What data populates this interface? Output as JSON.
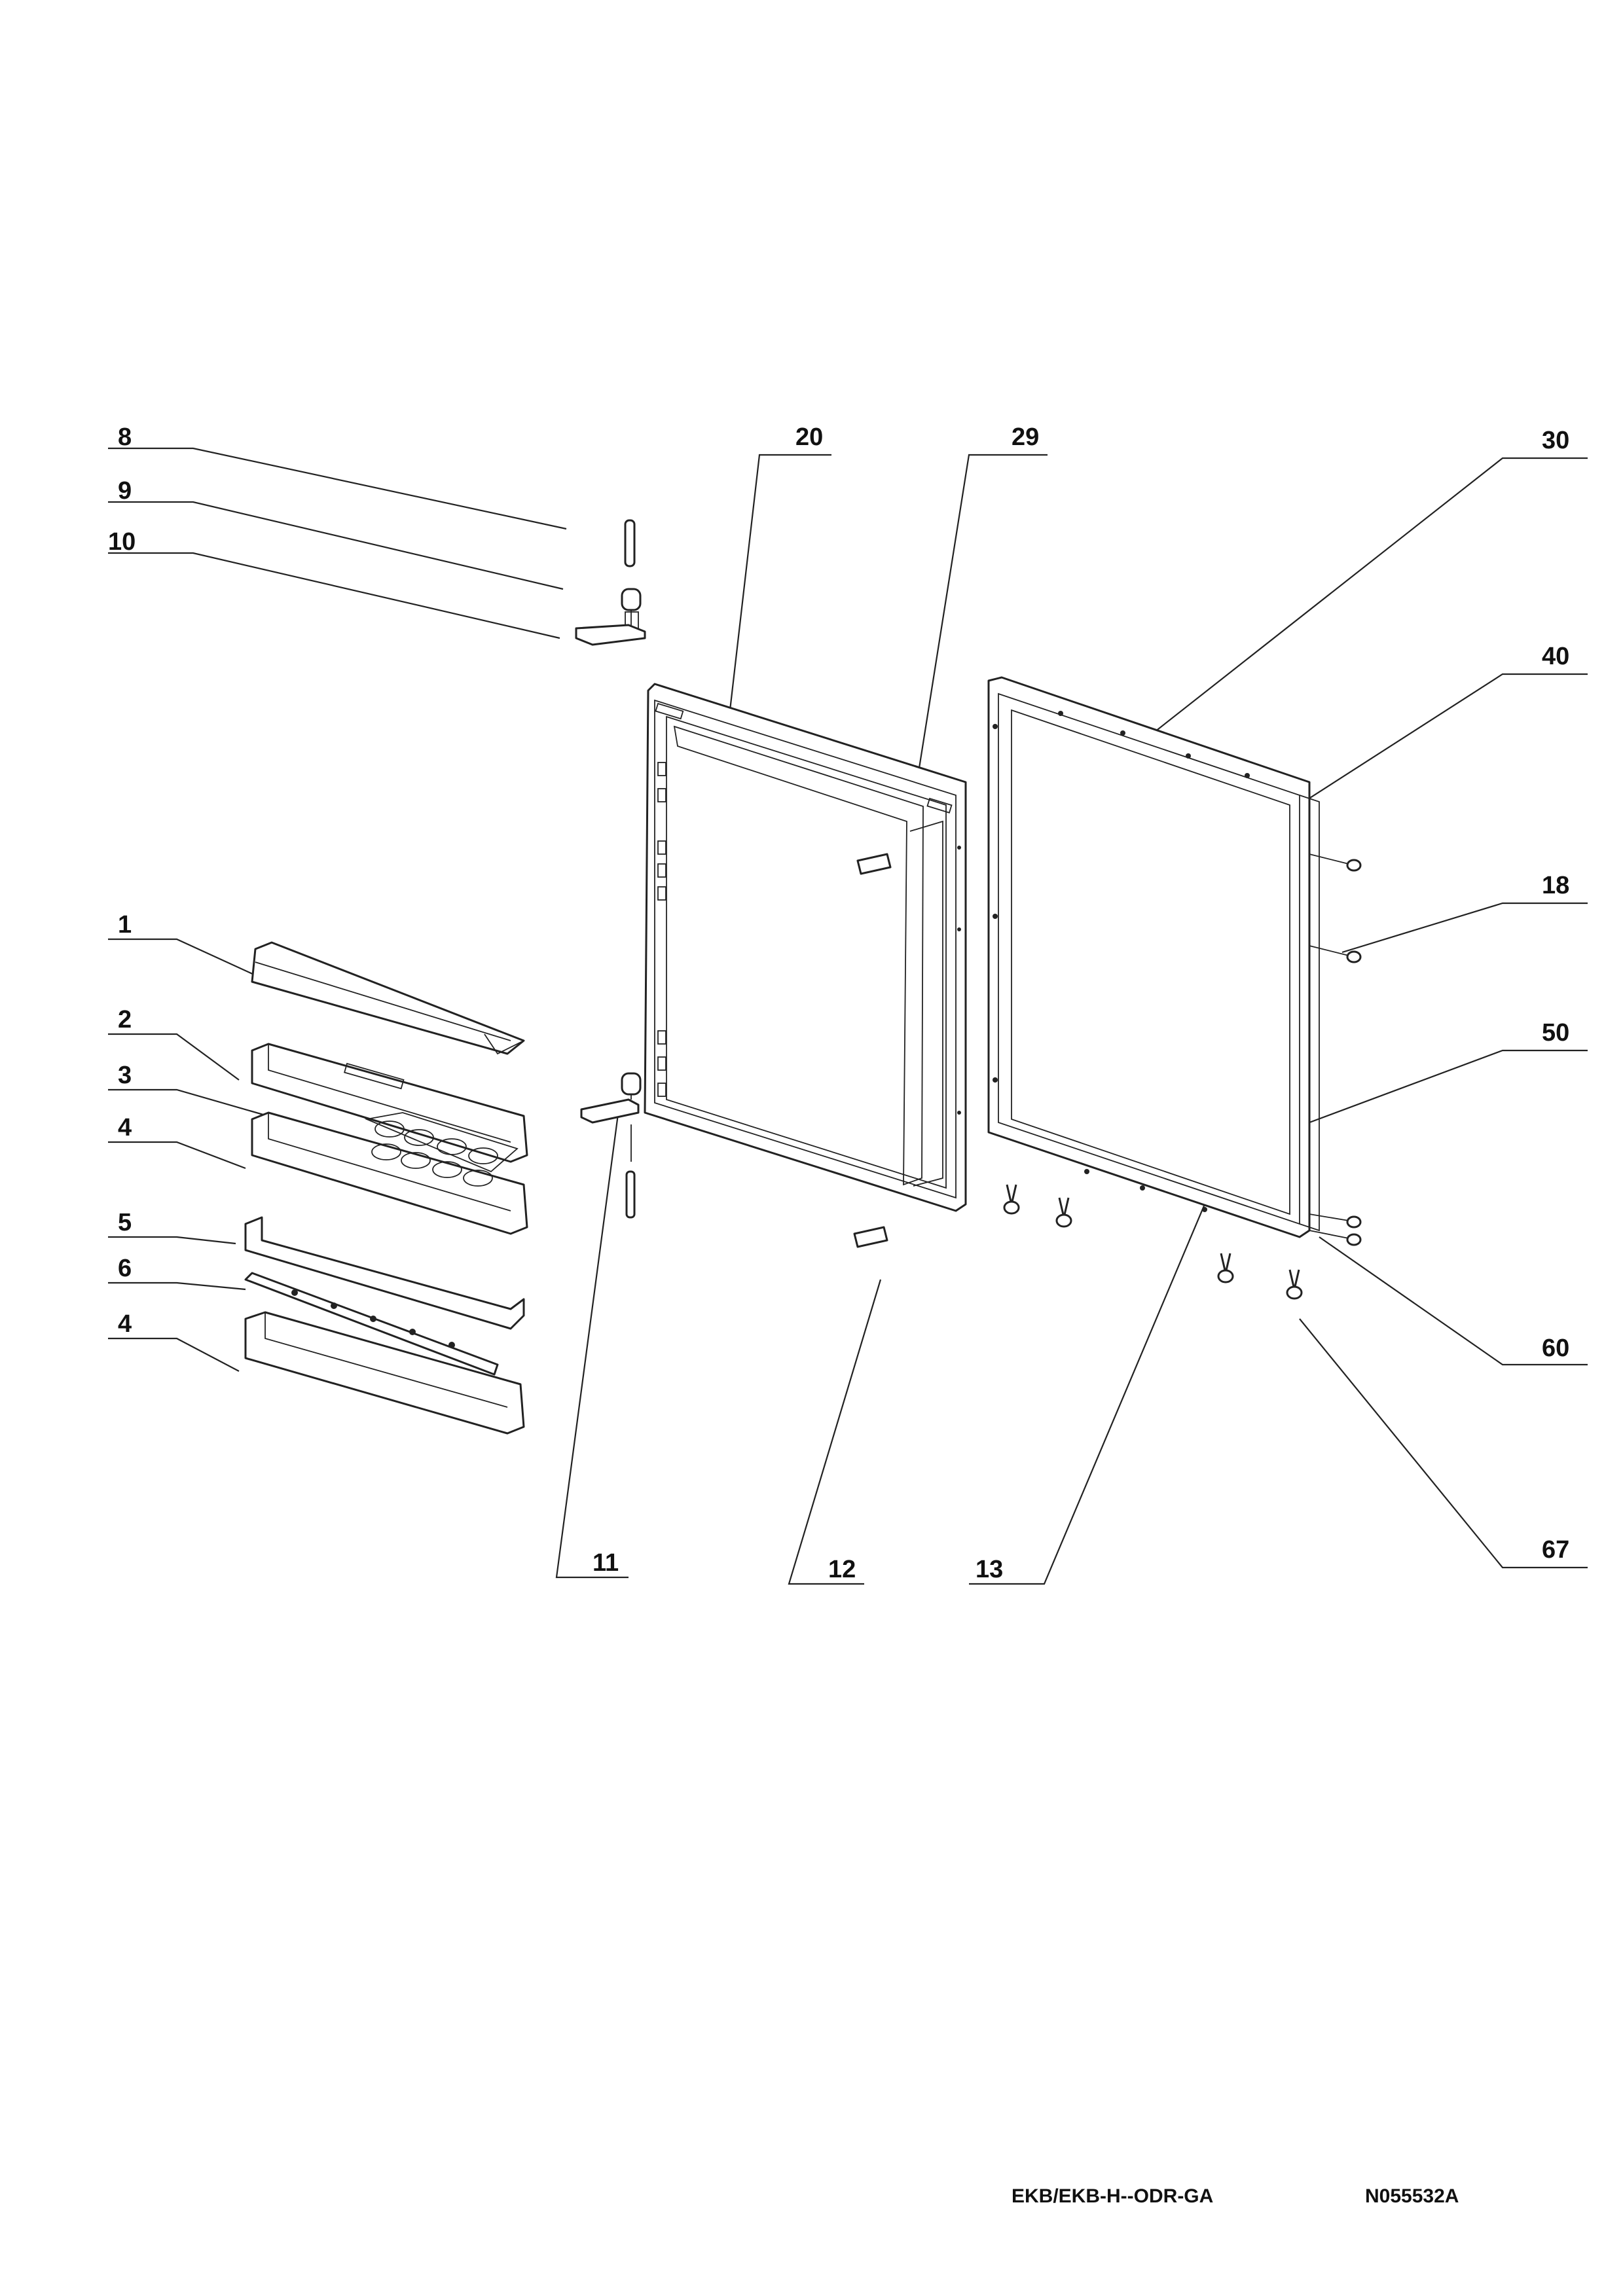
{
  "callouts": {
    "c8": "8",
    "c9": "9",
    "c10": "10",
    "c20": "20",
    "c29": "29",
    "c30": "30",
    "c40": "40",
    "c18": "18",
    "c50": "50",
    "c60": "60",
    "c67": "67",
    "c1": "1",
    "c2": "2",
    "c3": "3",
    "c4a": "4",
    "c5": "5",
    "c6": "6",
    "c4b": "4",
    "c11": "11",
    "c12": "12",
    "c13": "13"
  },
  "footer": {
    "model": "EKB/EKB-H--ODR-GA",
    "drawing_no": "N055532A"
  }
}
